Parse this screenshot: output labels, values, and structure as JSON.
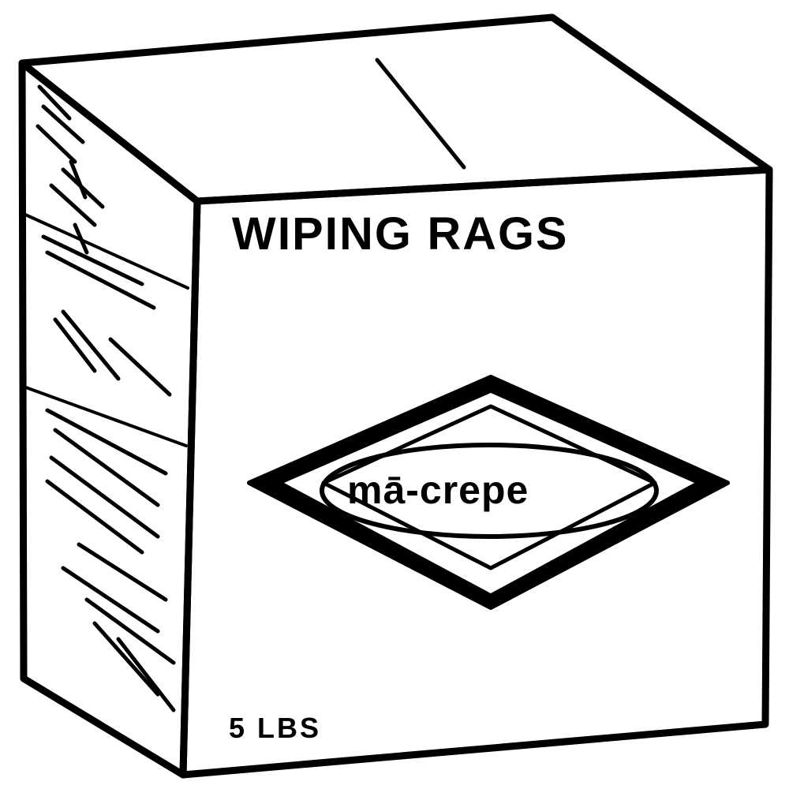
{
  "box": {
    "title": "WIPING RAGS",
    "logo_text": "mā-crepe",
    "weight": "5 LBS"
  },
  "colors": {
    "ink": "#000000",
    "paper": "#ffffff"
  }
}
